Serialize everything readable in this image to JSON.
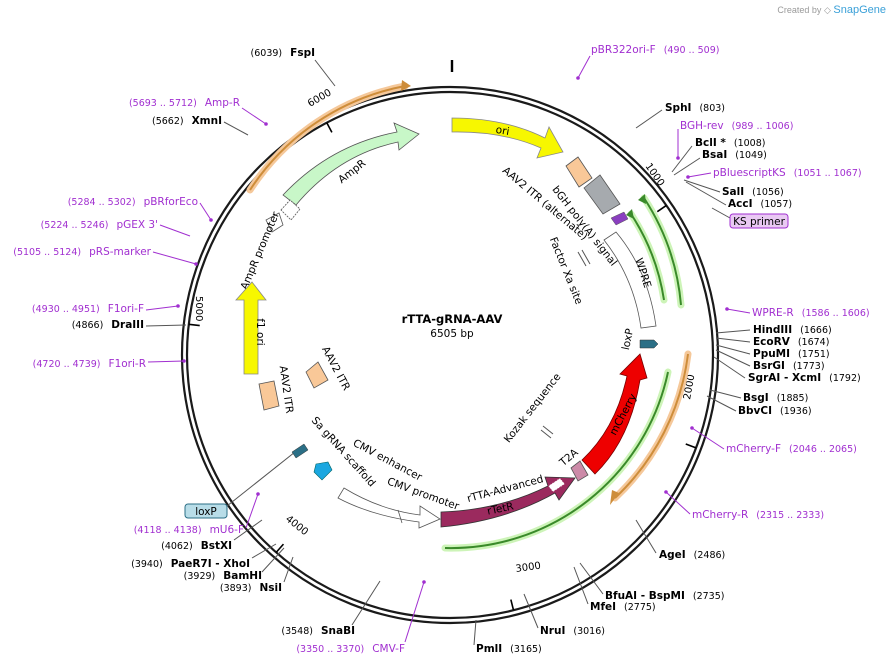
{
  "credit": {
    "text": "Created by",
    "brand": "SnapGene"
  },
  "plasmid": {
    "name": "rTTA-gRNA-AAV",
    "size": "6505 bp",
    "length": 6505
  },
  "ticks": [
    "1000",
    "2000",
    "3000",
    "4000",
    "5000",
    "6000"
  ],
  "sites": [
    {
      "name": "FspI",
      "pos": "(6039)"
    },
    {
      "name": "SphI",
      "pos": "(803)"
    },
    {
      "name": "BclI *",
      "pos": "(1008)"
    },
    {
      "name": "BsaI",
      "pos": "(1049)"
    },
    {
      "name": "SalI",
      "pos": "(1056)"
    },
    {
      "name": "AccI",
      "pos": "(1057)"
    },
    {
      "name": "HindIII",
      "pos": "(1666)"
    },
    {
      "name": "EcoRV",
      "pos": "(1674)"
    },
    {
      "name": "PpuMI",
      "pos": "(1751)"
    },
    {
      "name": "BsrGI",
      "pos": "(1773)"
    },
    {
      "name": "SgrAI  -  XcmI",
      "pos": "(1792)"
    },
    {
      "name": "BsgI",
      "pos": "(1885)"
    },
    {
      "name": "BbvCI",
      "pos": "(1936)"
    },
    {
      "name": "AgeI",
      "pos": "(2486)"
    },
    {
      "name": "BfuAI  -  BspMI",
      "pos": "(2735)"
    },
    {
      "name": "MfeI",
      "pos": "(2775)"
    },
    {
      "name": "NruI",
      "pos": "(3016)"
    },
    {
      "name": "PmlI",
      "pos": "(3165)"
    },
    {
      "name": "SnaBI",
      "pos": "(3548)"
    },
    {
      "name": "NsiI",
      "pos": "(3893)"
    },
    {
      "name": "BamHI",
      "pos": "(3929)"
    },
    {
      "name": "PaeR7I  -  XhoI",
      "pos": "(3940)"
    },
    {
      "name": "BstXI",
      "pos": "(4062)"
    },
    {
      "name": "DraIII",
      "pos": "(4866)"
    },
    {
      "name": "XmnI",
      "pos": "(5662)"
    }
  ],
  "primers": [
    {
      "name": "pBR322ori-F",
      "pos": "(490 .. 509)"
    },
    {
      "name": "BGH-rev",
      "pos": "(989 .. 1006)"
    },
    {
      "name": "pBluescriptKS",
      "pos": "(1051 .. 1067)"
    },
    {
      "name": "WPRE-R",
      "pos": "(1586 .. 1606)"
    },
    {
      "name": "mCherry-F",
      "pos": "(2046 .. 2065)"
    },
    {
      "name": "mCherry-R",
      "pos": "(2315 .. 2333)"
    },
    {
      "name": "CMV-F",
      "pos": "(3350 .. 3370)"
    },
    {
      "name": "mU6-F",
      "pos": "(4118 .. 4138)"
    },
    {
      "name": "F1ori-R",
      "pos": "(4720 .. 4739)"
    },
    {
      "name": "F1ori-F",
      "pos": "(4930 .. 4951)"
    },
    {
      "name": "pRS-marker",
      "pos": "(5105 .. 5124)"
    },
    {
      "name": "pGEX 3'",
      "pos": "(5224 .. 5246)"
    },
    {
      "name": "pBRforEco",
      "pos": "(5284 .. 5302)"
    },
    {
      "name": "Amp-R",
      "pos": "(5693 .. 5712)"
    }
  ],
  "boxes": [
    {
      "name": "KS primer"
    },
    {
      "name": "loxP"
    }
  ],
  "features": {
    "ori": "ori",
    "ampr": "AmpR",
    "ampr_promoter": "AmpR promoter",
    "f1_ori": "f1 ori",
    "aav2_itr_left": "AAV2 ITR",
    "aav2_itr_inner": "AAV2 ITR",
    "aav2_itr_alt": "AAV2 ITR (alternate)",
    "bgh": "bGH poly(A) signal",
    "factor_xa": "Factor Xa site",
    "wpre": "WPRE",
    "loxp_inner": "loxP",
    "mcherry": "mCherry",
    "kozak": "Kozak sequence",
    "t2a": "T2A",
    "rtetr": "rTetR",
    "rtta": "rTTA-Advanced",
    "cmv_promoter": "CMV promoter",
    "cmv_enhancer": "CMV enhancer",
    "scaffold": "Sa gRNA scaffold"
  },
  "colors": {
    "backbone": "#1a1a1a",
    "primer": "#a12fd0",
    "ori": "#f7f700",
    "ampr": "#c8f7c8",
    "mcherry": "#ee0000",
    "rtetr": "#9b2a5e",
    "itr": "#f9c898",
    "bgh": "#a6aaae",
    "loxp": "#2b6f86",
    "scaffold": "#1ba7e0",
    "t2a": "#cc8aa8",
    "orange_strand": "#ce8d3a",
    "green_strand": "#3a8a2a"
  }
}
